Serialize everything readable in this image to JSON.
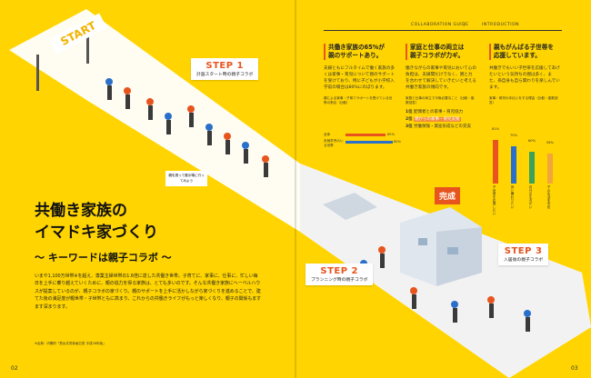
{
  "page": {
    "left_number": "02",
    "right_number": "03"
  },
  "header": {
    "left": "COLLABORATION GUIDE",
    "divider": "|",
    "right": "INTRODUCTION"
  },
  "title": {
    "line1": "共働き家族の",
    "line2": "イマドキ家づくり",
    "subtitle": "〜 キーワードは親子コラボ 〜"
  },
  "lead_text": "いまや1,100万世帯※を超え、専業主婦世帯の1.6倍に達した共働き世帯。子育てに、家事に、仕事に、忙しい毎日を上手に乗り越えていくために、親の協力を得る家族は、とても多いのです。そんな共働き家族にヘーベルハウスが提案しているのが、親子コラボの家づくり。親のサポートを上手に活かしながら家づくりを進めることで、建てた後の満足度が親世帯・子世帯ともに高まり、これからの共働きライフがもっと楽しくなり、親子の関係もますます深まります。",
  "footnote": "※出典：内閣府「男女共同参画白書 平成28年版」",
  "steps": [
    {
      "label": "STEP 1",
      "caption": "計画スタート時の親子コラボ"
    },
    {
      "label": "STEP 2",
      "caption": "プランニング時の親子コラボ"
    },
    {
      "label": "STEP 3",
      "caption": "入居後の親子コラボ"
    }
  ],
  "signs": {
    "start": "START",
    "finish": "完成"
  },
  "bubble": "親を誘って展示場に行ってみよう",
  "columns": [
    {
      "title_line1": "共働き家族の65%が",
      "title_line2": "親のサポートあり。",
      "body": "夫婦ともにフルタイムで働く家族の多くは家事・育児について親のサポートを受けており、特に子どもが小学校入学前の場合は80%にのぼります。",
      "chart_caption": "親による家事・子育てサポートを受けている世帯の割合（比較）",
      "bars": [
        {
          "label": "全体",
          "value": "65%",
          "color": "#e8541d"
        },
        {
          "label": "未就学児のいる世帯",
          "value": "80%",
          "color": "#2a6fc9"
        }
      ]
    },
    {
      "title_line1": "家庭と仕事の両立は",
      "title_line2": "親子コラボが力ギ。",
      "body": "働きながらの家事や育児において心の負担は、夫婦間だけでなく、親と力を合わせて解決していきたいと考える共働き家族の傾向です。",
      "list_caption": "家庭と仕事の両立で今後必要なこと（比較・複数回答）",
      "list": [
        {
          "num": "1位",
          "text": "配偶者との家事・育児協力"
        },
        {
          "num": "2位",
          "text": "親からの家事・育児支援"
        },
        {
          "num": "3位",
          "text": "労働保険・資産形成などの充実"
        }
      ]
    },
    {
      "title_line1": "親もがんばる子世帯を",
      "title_line2": "応援しています。",
      "body": "共働きでもいい子世帯を応援してあげたいという気持ちの親は多く、また、孫自身も自ら関わりを楽しんでいます。",
      "chart_caption": "家事・育児の手伝いをする理由（比較・複数回答）",
      "bars": [
        {
          "value": "81%",
          "color": "#e8541d"
        },
        {
          "value": "70%",
          "color": "#2a6fc9"
        },
        {
          "value": "60%",
          "color": "#3aa35a"
        },
        {
          "value": "56%",
          "color": "#f2a53a"
        }
      ],
      "bar_labels": [
        "子世帯を応援したい",
        "孫と関わりたい",
        "自分の生きがい",
        "子の生活を安定"
      ]
    }
  ],
  "colors": {
    "accent": "#e8541d",
    "background": "#ffd400",
    "road": "#ffffff"
  }
}
